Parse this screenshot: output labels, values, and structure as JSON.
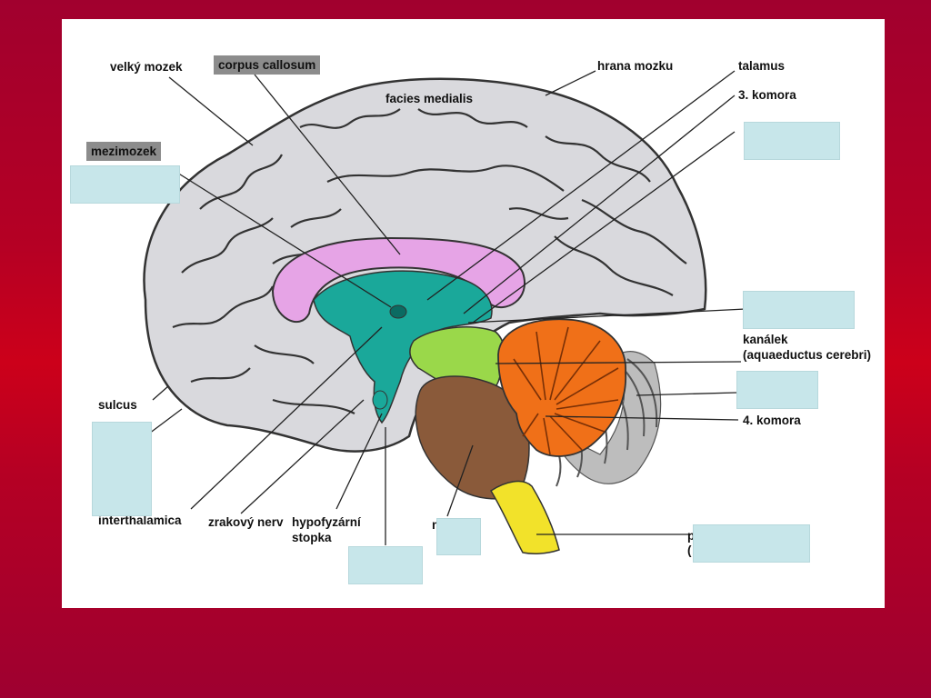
{
  "labels": {
    "velky_mozek": "velký mozek",
    "corpus_callosum": "corpus callosum",
    "facies_medialis": "facies medialis",
    "hrana_mozku": "hrana mozku",
    "talamus": "talamus",
    "komora3": "3. komora",
    "mezimozek": "mezimozek",
    "kanalek_1": "kanálek",
    "kanalek_2": "(aquaeductus cerebri)",
    "komora4": "4. komora",
    "sulcus": "sulcus",
    "interthalamica": "interthalamica",
    "zrakovy_nerv": "zrakový nerv",
    "hypofyzarni_1": "hypofyzární",
    "hypofyzarni_2": "stopka",
    "partial_n": "n",
    "partial_p": "p",
    "partial_paren": "("
  },
  "colors": {
    "background": "#b0002a",
    "panel": "#ffffff",
    "cortex": "#d8d8dc",
    "corpus_callosum": "#e6a2e6",
    "diencephalon": "#1aa89a",
    "midbrain": "#9ad84a",
    "pons": "#8a5a3a",
    "cerebellum": "#f07018",
    "medulla": "#f2e22a",
    "blank_box": "#c7e6ea"
  }
}
